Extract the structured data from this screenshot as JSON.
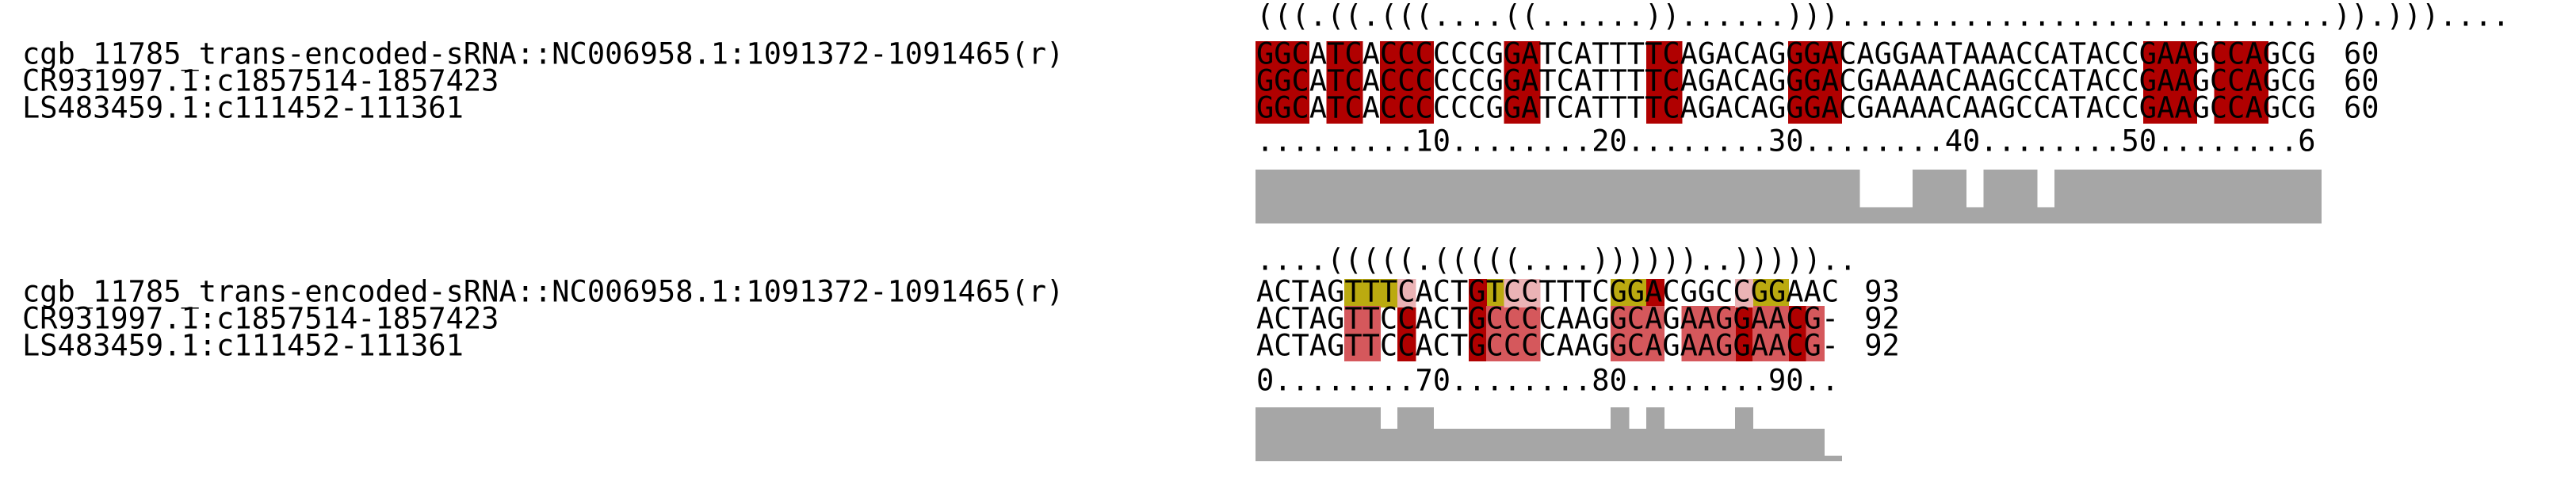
{
  "alignment": {
    "colors": {
      "dark_red": "#b00000",
      "medium_red": "#d5585c",
      "light_red": "#ebb3b5",
      "olive": "#bbaa10",
      "light_olive": "#e0d66d",
      "conservation_bar": "#a6a6a6",
      "text": "#000000",
      "background": "#ffffff"
    },
    "blocks": [
      {
        "structure": "(((.((.(((....((......))......)))............................)).)))....",
        "rows": [
          {
            "name": "cgb_11785_trans-encoded-sRNA::NC006958.1:1091372-1091465(r)",
            "sequence": "GGCATCACCCCCCGGATCATTTTCAGACAGGGACAGGAATAAACCATACCGAAGCCAGCG",
            "end": "60"
          },
          {
            "name": "CR931997.1:c1857514-1857423",
            "sequence": "GGCATCACCCCCCGGATCATTTTCAGACAGGGACGAAAACAAGCCATACCGAAGCCAGCG",
            "end": "60"
          },
          {
            "name": "LS483459.1:c111452-111361",
            "sequence": "GGCATCACCCCCCGGATCATTTTCAGACAGGGACGAAAACAAGCCATACCGAAGCCAGCG",
            "end": "60"
          }
        ],
        "ruler": ".........10........20........30........40........50........6",
        "highlights": [
          {
            "color": "dark_red",
            "cols": [
              0,
              1,
              2,
              4,
              5,
              7,
              8,
              9,
              14,
              15,
              22,
              23,
              30,
              31,
              32,
              50,
              51,
              52,
              54,
              55,
              56
            ]
          }
        ],
        "conservation": [
          1,
          1,
          1,
          1,
          1,
          1,
          1,
          1,
          1,
          1,
          1,
          1,
          1,
          1,
          1,
          1,
          1,
          1,
          1,
          1,
          1,
          1,
          1,
          1,
          1,
          1,
          1,
          1,
          1,
          1,
          1,
          1,
          1,
          1,
          0.3,
          0.3,
          0.3,
          1,
          1,
          1,
          0.3,
          1,
          1,
          1,
          0.3,
          1,
          1,
          1,
          1,
          1,
          1,
          1,
          1,
          1,
          1,
          1,
          1,
          1,
          1,
          1
        ]
      },
      {
        "structure": "....(((((.(((((....))))))..)))))..",
        "rows": [
          {
            "name": "cgb_11785_trans-encoded-sRNA::NC006958.1:1091372-1091465(r)",
            "sequence": "ACTAGTTTCACTGTCCTTTCGGACGGCCGGAAC",
            "end": "93"
          },
          {
            "name": "CR931997.1:c1857514-1857423",
            "sequence": "ACTAGTTCCACTGCCCCAAGGCAGAAGGAACG-",
            "end": "92"
          },
          {
            "name": "LS483459.1:c111452-111361",
            "sequence": "ACTAGTTCCACTGCCCCAAGGCAGAAGGAACG-",
            "end": "92"
          }
        ],
        "ruler": "0........70........80........90..",
        "highlights": [
          {
            "color": "olive",
            "rows": [
              0
            ],
            "cols": [
              5,
              6,
              7,
              13,
              20,
              21,
              28,
              29
            ]
          },
          {
            "color": "dark_red",
            "rows": [
              0
            ],
            "cols": [
              12,
              22
            ]
          },
          {
            "color": "dark_red",
            "rows": [
              1,
              2
            ],
            "cols": [
              8,
              12,
              27,
              30
            ]
          },
          {
            "color": "medium_red",
            "rows": [
              1,
              2
            ],
            "cols": [
              5,
              6,
              13,
              14,
              15,
              20,
              21,
              22,
              24,
              25,
              26,
              28,
              29,
              31
            ]
          },
          {
            "color": "light_red",
            "rows": [
              0
            ],
            "cols": [
              8,
              14,
              15,
              27
            ]
          }
        ],
        "conservation": [
          1,
          1,
          1,
          1,
          1,
          1,
          1,
          0.6,
          1,
          1,
          0.6,
          0.6,
          0.6,
          0.6,
          0.6,
          0.6,
          0.6,
          0.6,
          0.6,
          0.6,
          1,
          0.6,
          1,
          0.6,
          0.6,
          0.6,
          0.6,
          1,
          0.6,
          0.6,
          0.6,
          0.6,
          0.1
        ]
      }
    ]
  }
}
